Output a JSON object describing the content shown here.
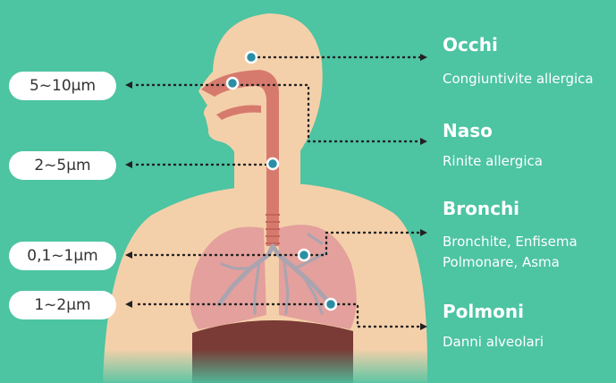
{
  "colors": {
    "background": "#4dc4a2",
    "skin": "#f4d0aa",
    "airway": "#d77a6e",
    "lung": "#e3a09c",
    "lung_branch": "#a9a4b0",
    "diaphragm": "#7a3a35",
    "marker": "#2a8fa5",
    "pill_bg": "#ffffff",
    "pill_text": "#333333",
    "label_text": "#ffffff"
  },
  "particle_sizes": [
    {
      "text": "5~10µm"
    },
    {
      "text": "2~5µm"
    },
    {
      "text": "0,1~1µm"
    },
    {
      "text": "1~2µm"
    }
  ],
  "organs": [
    {
      "title": "Occhi",
      "condition_lines": [
        "Congiuntivite allergica"
      ]
    },
    {
      "title": "Naso",
      "condition_lines": [
        "Rinite allergica"
      ]
    },
    {
      "title": "Bronchi",
      "condition_lines": [
        "Bronchite, Enfisema",
        "Polmonare, Asma"
      ]
    },
    {
      "title": "Polmoni",
      "condition_lines": [
        "Danni alveolari"
      ]
    }
  ]
}
